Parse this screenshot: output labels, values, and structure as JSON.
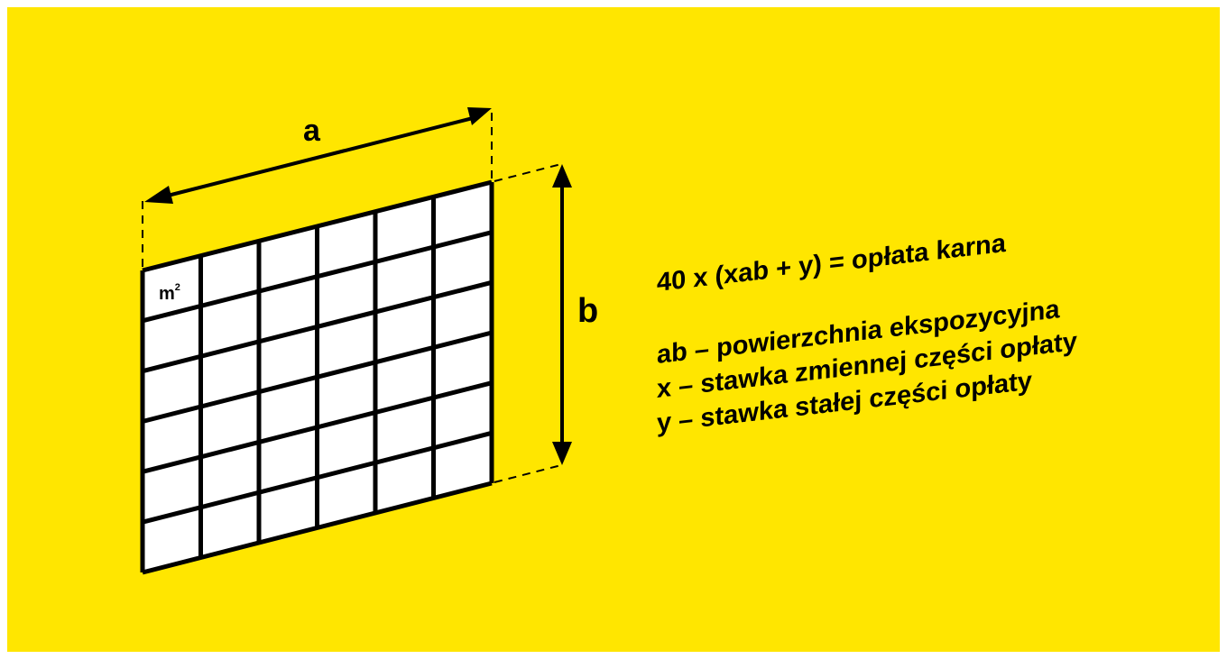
{
  "diagram": {
    "background_color": "#ffe600",
    "grid": {
      "columns": 6,
      "rows": 6
    },
    "labels": {
      "width": "a",
      "height": "b",
      "cell_unit": "m",
      "cell_unit_exponent": "2"
    },
    "formula": "40 x (xab + y) = opłata karna",
    "legend": [
      "ab – powierzchnia ekspozycyjna",
      "x – stawka zmiennej części opłaty",
      "y – stawka stałej części opłaty"
    ]
  }
}
